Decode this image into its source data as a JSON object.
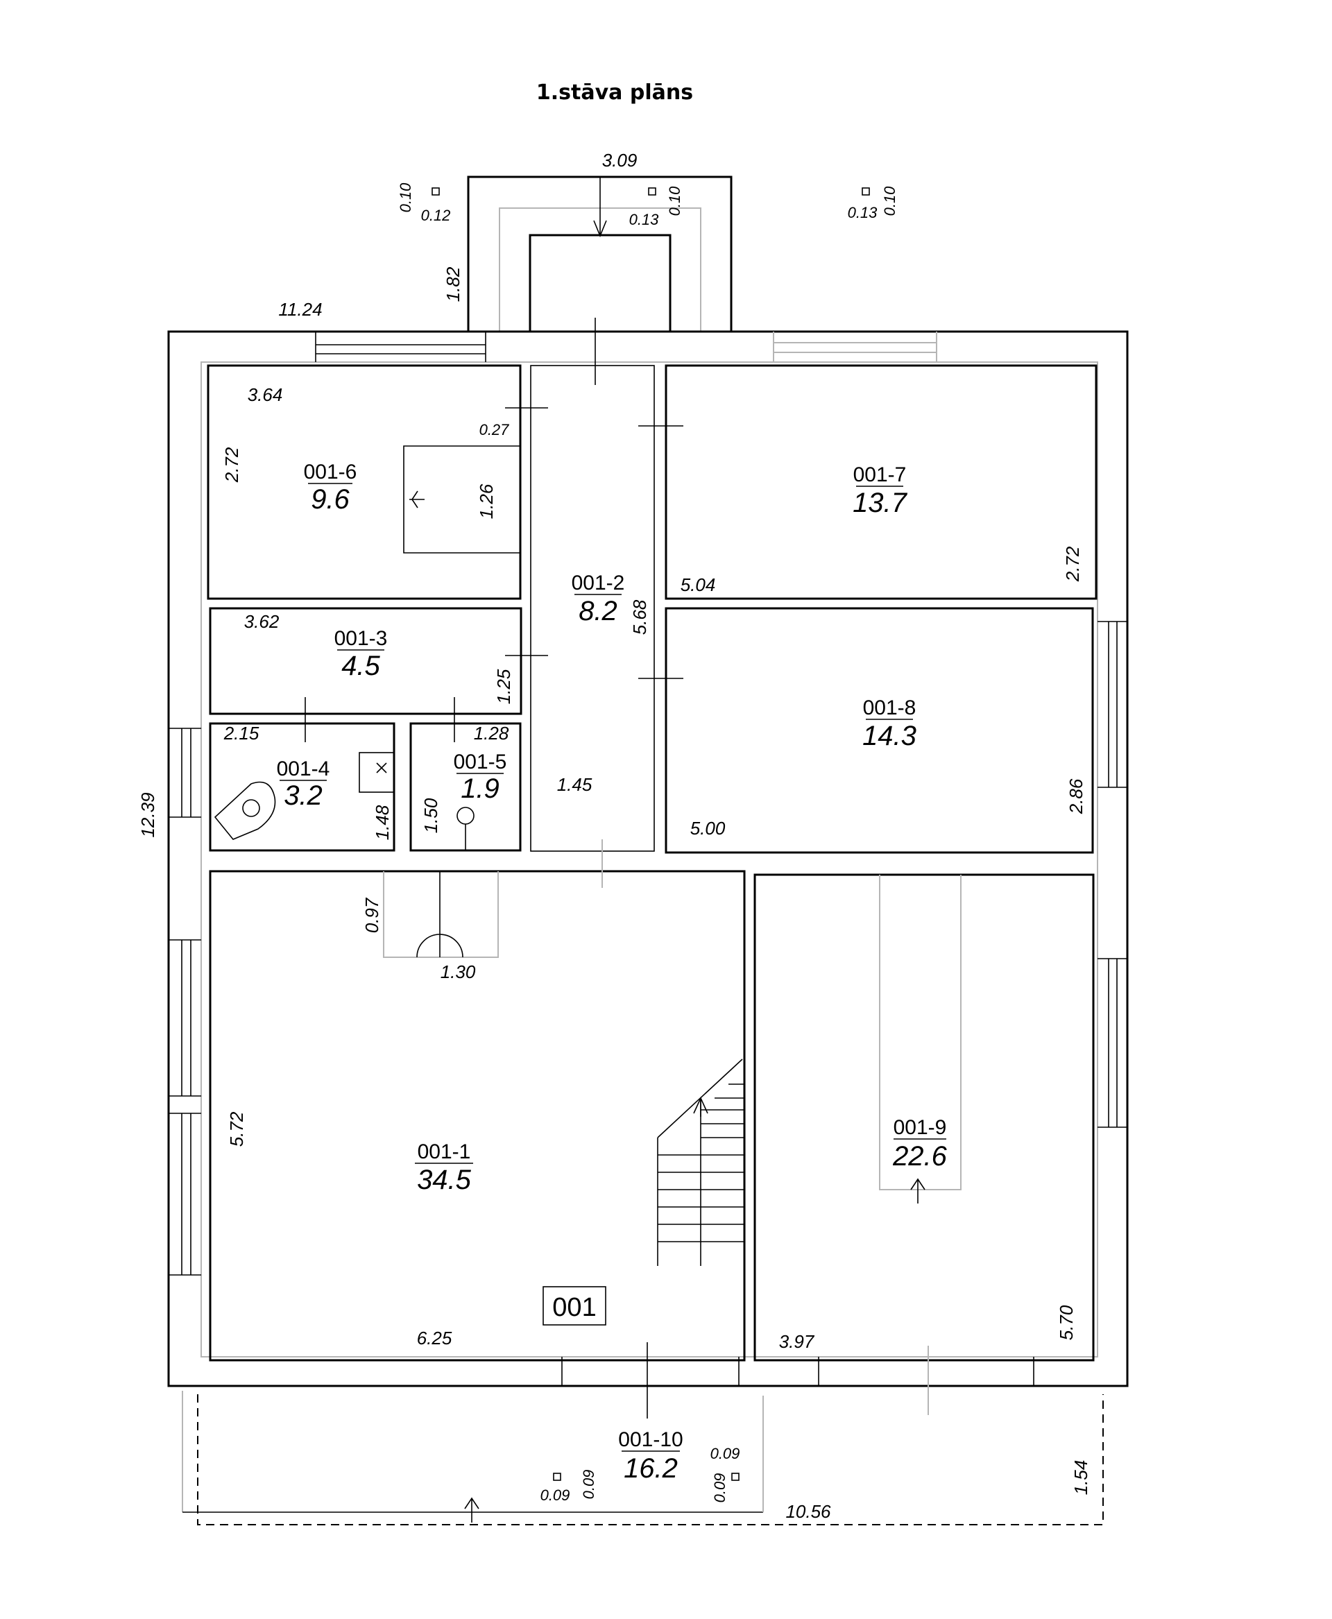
{
  "title": "1.stāva plāns",
  "unit_label": "001",
  "rooms": [
    {
      "id": "001-1",
      "area": "34.5"
    },
    {
      "id": "001-2",
      "area": "8.2"
    },
    {
      "id": "001-3",
      "area": "4.5"
    },
    {
      "id": "001-4",
      "area": "3.2"
    },
    {
      "id": "001-5",
      "area": "1.9"
    },
    {
      "id": "001-6",
      "area": "9.6"
    },
    {
      "id": "001-7",
      "area": "13.7"
    },
    {
      "id": "001-8",
      "area": "14.3"
    },
    {
      "id": "001-9",
      "area": "22.6"
    },
    {
      "id": "001-10",
      "area": "16.2"
    }
  ],
  "dimensions": {
    "stair_width": "3.09",
    "stair_depth": "1.82",
    "total_width": "11.24",
    "total_height": "12.39",
    "terrace_width": "10.56",
    "terrace_depth": "1.54",
    "r6_width": "3.64",
    "r6_height": "2.72",
    "r6_niche_w": "0.27",
    "r6_niche_h": "1.26",
    "r7_width": "5.04",
    "r7_height": "2.72",
    "r2_height": "5.68",
    "r2_width": "1.45",
    "r3_width": "3.62",
    "r3_height": "1.25",
    "r4_width": "2.15",
    "r4_height": "1.48",
    "r5_width": "1.28",
    "r5_height": "1.50",
    "r8_width": "5.00",
    "r8_height": "2.86",
    "fireplace_depth": "0.97",
    "fireplace_width": "1.30",
    "r1_height": "5.72",
    "r1_width": "6.25",
    "r9_width": "3.97",
    "r9_height": "5.70",
    "col_a1": "0.10",
    "col_a2": "0.12",
    "col_b1": "0.13",
    "col_b2": "0.10",
    "col_c1": "0.13",
    "col_c2": "0.10",
    "col_d1": "0.09",
    "col_d2": "0.09",
    "col_e1": "0.09",
    "col_e2": "0.09"
  }
}
